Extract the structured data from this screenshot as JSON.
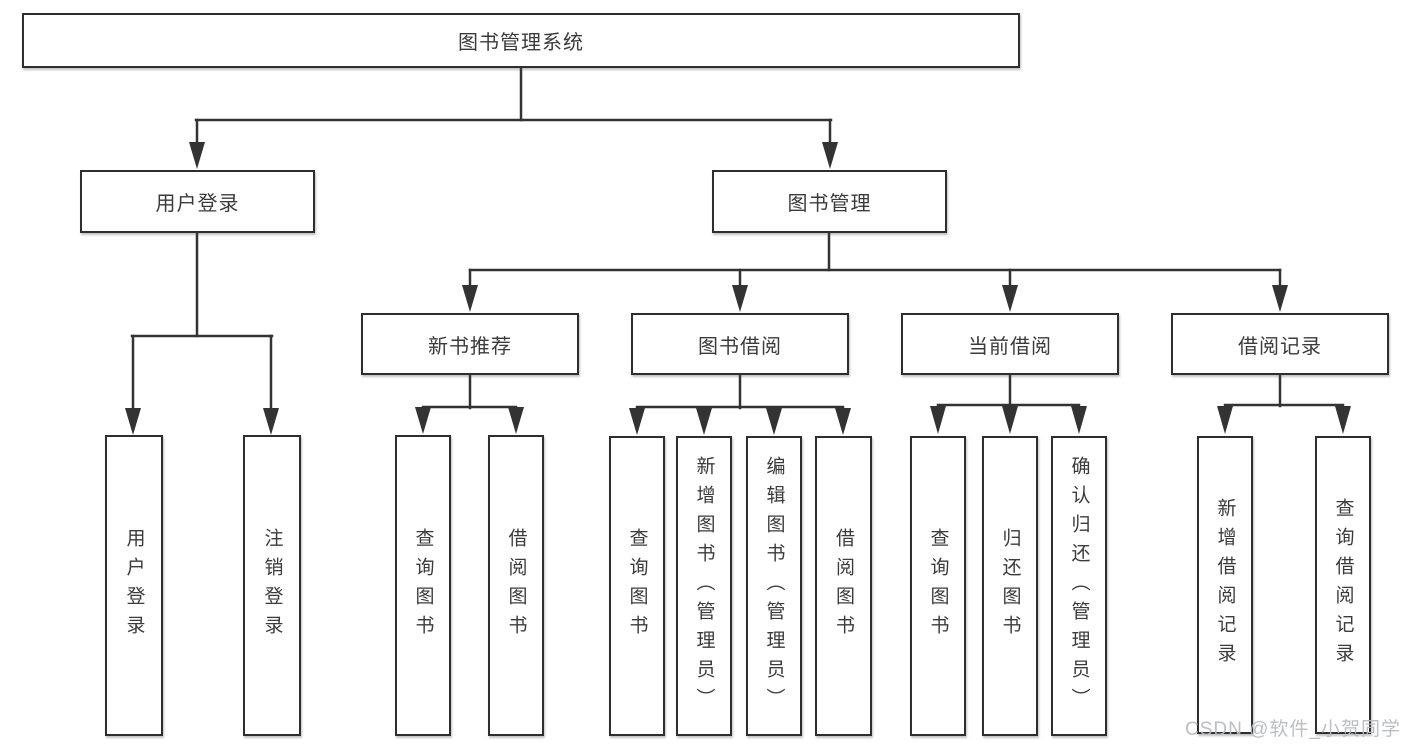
{
  "colors": {
    "line": "#333333",
    "box_border": "#2e2e2e",
    "text": "#3b3b3b",
    "watermark": "#b8babe",
    "background": "#ffffff"
  },
  "watermark": {
    "text": "CSDN @软件_小贺同学"
  },
  "tree": {
    "root": {
      "label": "图书管理系统"
    },
    "children": [
      {
        "label": "用户登录",
        "leaves": [
          "用户登录",
          "注销登录"
        ]
      },
      {
        "label": "图书管理",
        "children": [
          {
            "label": "新书推荐",
            "leaves": [
              "查询图书",
              "借阅图书"
            ]
          },
          {
            "label": "图书借阅",
            "leaves": [
              "查询图书",
              "新增图书（管理员）",
              "编辑图书（管理员）",
              "借阅图书"
            ]
          },
          {
            "label": "当前借阅",
            "leaves": [
              "查询图书",
              "归还图书",
              "确认归还（管理员）"
            ]
          },
          {
            "label": "借阅记录",
            "leaves": [
              "新增借阅记录",
              "查询借阅记录"
            ]
          }
        ]
      }
    ]
  }
}
